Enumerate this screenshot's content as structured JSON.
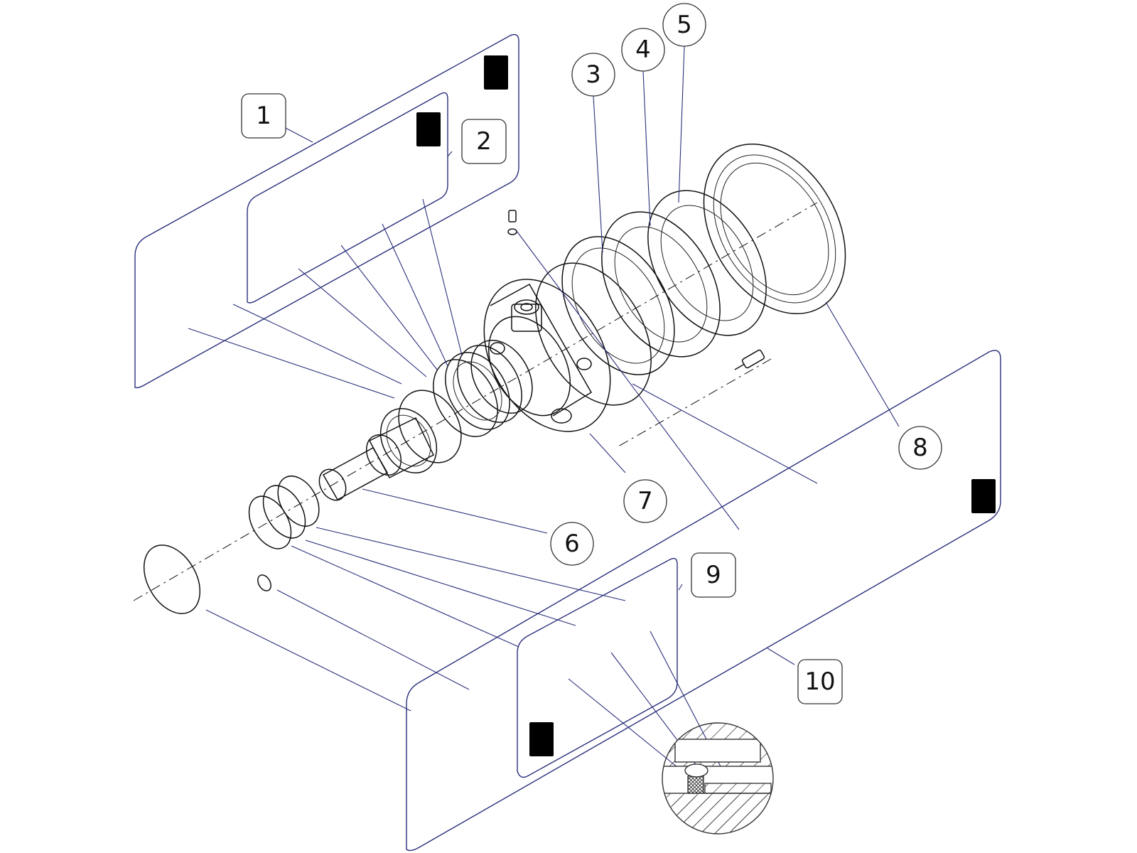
{
  "callouts": [
    {
      "id": "1",
      "text": "1",
      "shape": "square"
    },
    {
      "id": "2",
      "text": "2",
      "shape": "square"
    },
    {
      "id": "3",
      "text": "3",
      "shape": "circle"
    },
    {
      "id": "4",
      "text": "4",
      "shape": "circle"
    },
    {
      "id": "5",
      "text": "5",
      "shape": "circle"
    },
    {
      "id": "6",
      "text": "6",
      "shape": "circle"
    },
    {
      "id": "7",
      "text": "7",
      "shape": "circle"
    },
    {
      "id": "8",
      "text": "8",
      "shape": "circle"
    },
    {
      "id": "9",
      "text": "9",
      "shape": "square"
    },
    {
      "id": "10",
      "text": "10",
      "shape": "square"
    }
  ],
  "icons": [
    "seal-kit-icon"
  ],
  "colors": {
    "leader": "#2a2f7a",
    "part": "#111111",
    "bubble_border": "#333333"
  }
}
